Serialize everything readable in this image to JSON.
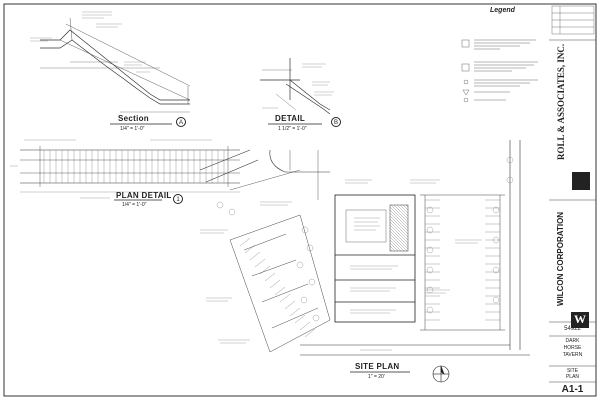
{
  "legend": {
    "title": "Legend"
  },
  "views": {
    "section": {
      "title": "Section",
      "scale": "1/4\" = 1'-0\"",
      "number": "A"
    },
    "detail": {
      "title": "DETAIL",
      "scale": "1 1/2\" = 1'-0\"",
      "number": "B"
    },
    "plan_detail": {
      "title": "PLAN DETAIL",
      "scale": "1/4\" = 1'-0\"",
      "number": "1"
    },
    "site_plan": {
      "title": "SITE PLAN",
      "scale": "1\" = 20'"
    }
  },
  "title_block": {
    "architect": "ROLL & ASSOCIATES, INC.",
    "client": "WILCON CORPORATION",
    "logo_letter": "W",
    "job_number": "54922",
    "project_line1": "DARK",
    "project_line2": "HORSE",
    "project_line3": "TAVERN",
    "sheet_title_line1": "SITE",
    "sheet_title_line2": "PLAN",
    "sheet_number": "A1-1"
  },
  "colors": {
    "line": "#222222",
    "hatch": "#555555",
    "light": "#9a9a9a"
  }
}
